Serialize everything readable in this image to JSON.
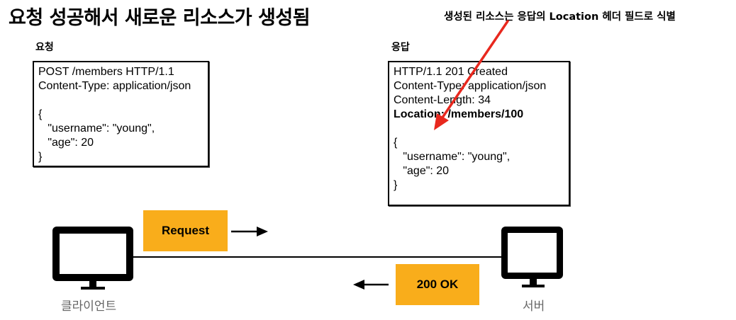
{
  "title": "요청 성공해서 새로운 리소스가 생성됨",
  "annotation": "생성된 리소스는 응답의 Location 헤더 필드로 식별",
  "request": {
    "label": "요청",
    "lines": [
      "POST /members HTTP/1.1",
      "Content-Type: application/json",
      "",
      "{",
      "   \"username\": \"young\",",
      "   \"age\": 20",
      "}"
    ]
  },
  "response": {
    "label": "응답",
    "lines": [
      "HTTP/1.1 201 Created",
      "Content-Type: application/json",
      "Content-Length: 34",
      "Location: /members/100",
      "",
      "{",
      "   \"username\": \"young\",",
      "   \"age\": 20",
      "}"
    ],
    "bold_line_index": 3
  },
  "flow": {
    "request_label": "Request",
    "response_label": "200 OK"
  },
  "client": {
    "caption": "클라이언트",
    "icon": "monitor-icon"
  },
  "server": {
    "caption": "서버",
    "icon": "monitor-icon"
  },
  "colors": {
    "accent_box": "#f9ad1b",
    "pointer_arrow": "#e8281e",
    "caption_text": "#666666"
  }
}
